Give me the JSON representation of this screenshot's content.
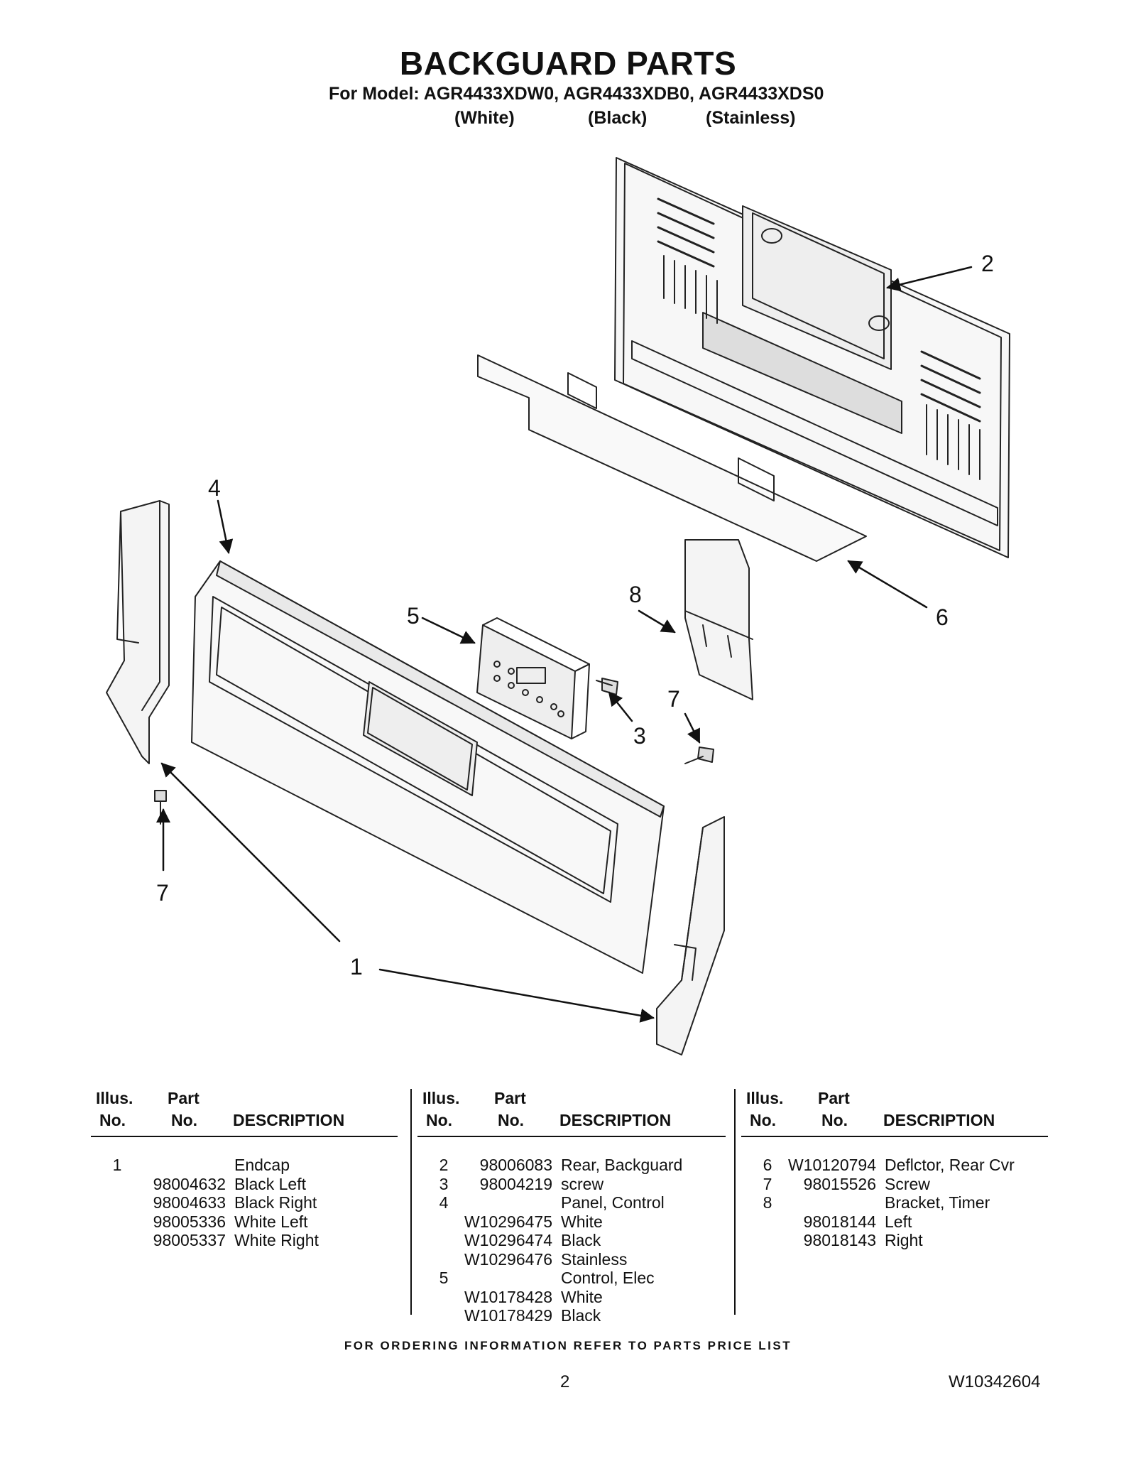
{
  "header": {
    "title": "BACKGUARD PARTS",
    "model_line": "For Model: AGR4433XDW0, AGR4433XDB0, AGR4433XDS0",
    "colors": [
      "(White)",
      "(Black)",
      "(Stainless)"
    ]
  },
  "callouts": [
    "1",
    "2",
    "3",
    "4",
    "5",
    "6",
    "7",
    "7",
    "8"
  ],
  "table_headers": {
    "illus": [
      "Illus.",
      "No."
    ],
    "part": [
      "Part",
      "No."
    ],
    "description": "DESCRIPTION"
  },
  "tables": [
    {
      "rows": [
        {
          "illus": "1",
          "part": "",
          "desc": "Endcap"
        },
        {
          "illus": "",
          "part": "98004632",
          "desc": "Black Left"
        },
        {
          "illus": "",
          "part": "98004633",
          "desc": "Black Right"
        },
        {
          "illus": "",
          "part": "98005336",
          "desc": "White Left"
        },
        {
          "illus": "",
          "part": "98005337",
          "desc": "White Right"
        }
      ]
    },
    {
      "rows": [
        {
          "illus": "2",
          "part": "98006083",
          "desc": "Rear, Backguard"
        },
        {
          "illus": "3",
          "part": "98004219",
          "desc": "screw"
        },
        {
          "illus": "4",
          "part": "",
          "desc": "Panel, Control"
        },
        {
          "illus": "",
          "part": "W10296475",
          "desc": "White"
        },
        {
          "illus": "",
          "part": "W10296474",
          "desc": "Black"
        },
        {
          "illus": "",
          "part": "W10296476",
          "desc": "Stainless"
        },
        {
          "illus": "5",
          "part": "",
          "desc": "Control, Elec"
        },
        {
          "illus": "",
          "part": "W10178428",
          "desc": "White"
        },
        {
          "illus": "",
          "part": "W10178429",
          "desc": "Black"
        }
      ]
    },
    {
      "rows": [
        {
          "illus": "6",
          "part": "W10120794",
          "desc": "Deflctor, Rear Cvr"
        },
        {
          "illus": "7",
          "part": "98015526",
          "desc": "Screw"
        },
        {
          "illus": "8",
          "part": "",
          "desc": "Bracket, Timer"
        },
        {
          "illus": "",
          "part": "98018144",
          "desc": "Left"
        },
        {
          "illus": "",
          "part": "98018143",
          "desc": "Right"
        }
      ]
    }
  ],
  "footer": {
    "ordering_note": "FOR ORDERING INFORMATION REFER TO PARTS PRICE LIST",
    "page_number": "2",
    "document_number": "W10342604"
  }
}
